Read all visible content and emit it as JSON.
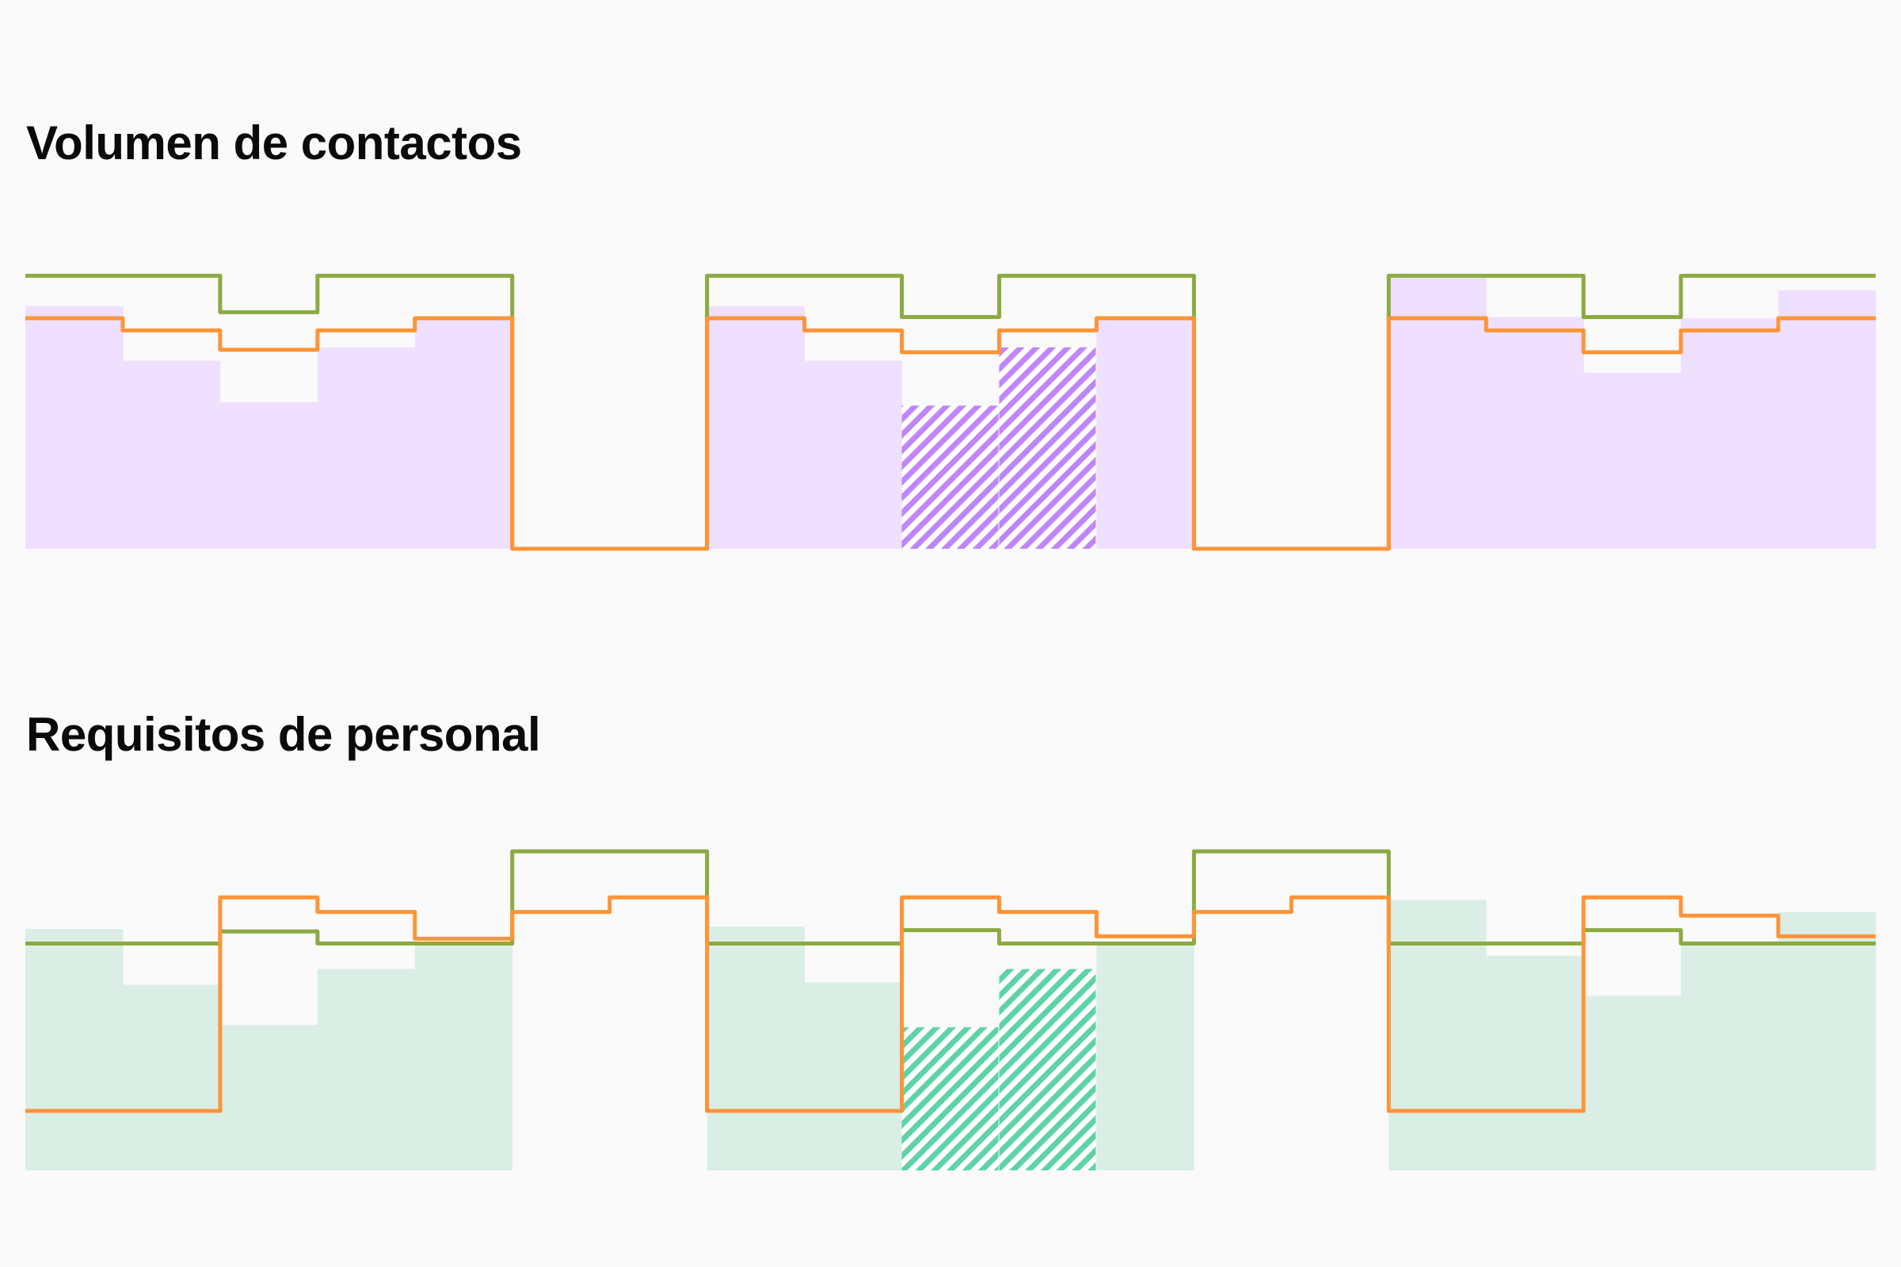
{
  "colors": {
    "background": "#FAFAFA",
    "volume_fill": "#EFE0FF",
    "volume_hatch": "#BF86FB",
    "staff_fill": "#DAEEE6",
    "staff_hatch": "#5FD3A8",
    "orange_line": "#FF9437",
    "green_line": "#8BAA42"
  },
  "chart_data": [
    {
      "type": "bar",
      "title": "Volumen de contactos",
      "ylim": [
        0,
        100
      ],
      "grid": false,
      "segments": 19,
      "bars": [
        80,
        62,
        48.4,
        66.4,
        76.4,
        0,
        0,
        80,
        62,
        47.2,
        66.4,
        76.4,
        0,
        0,
        90,
        76.4,
        58,
        76,
        85.2
      ],
      "hatched_segments": [
        9,
        10
      ],
      "series": [
        {
          "name": "green",
          "values": [
            90,
            90,
            78,
            90,
            90,
            0,
            0,
            90,
            90,
            76.4,
            90,
            90,
            0,
            0,
            90,
            90,
            76.4,
            90,
            90
          ]
        },
        {
          "name": "orange",
          "values": [
            76,
            72,
            65.6,
            72,
            76,
            0,
            0,
            76,
            72,
            64.8,
            72,
            76,
            0,
            0,
            76,
            72,
            64.8,
            72,
            76
          ]
        }
      ]
    },
    {
      "type": "bar",
      "title": "Requisitos de personal",
      "ylim": [
        0,
        110
      ],
      "grid": false,
      "segments": 19,
      "bars": [
        79.6,
        61.2,
        48,
        66.4,
        74.8,
        0,
        0,
        80.4,
        62,
        47.2,
        66.4,
        74.8,
        0,
        0,
        89.2,
        70.8,
        57.6,
        75.6,
        85.2
      ],
      "hatched_segments": [
        9,
        10
      ],
      "series": [
        {
          "name": "green",
          "values": [
            74.8,
            74.8,
            78.8,
            74.8,
            74.8,
            105.2,
            105.2,
            74.8,
            74.8,
            79.2,
            74.8,
            74.8,
            105.2,
            105.2,
            74.8,
            74.8,
            79.2,
            74.8,
            74.8
          ]
        },
        {
          "name": "orange",
          "values": [
            19.6,
            19.6,
            90,
            85.2,
            76.4,
            85.2,
            90,
            19.6,
            19.6,
            90,
            85.2,
            77.2,
            85.2,
            90,
            19.6,
            19.6,
            90,
            84,
            77.2
          ]
        }
      ]
    }
  ]
}
